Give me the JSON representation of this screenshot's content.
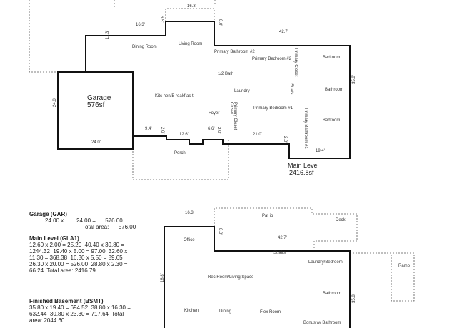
{
  "main_level": {
    "rooms": {
      "dining": "Dining Room",
      "living": "Living Room",
      "bath2": "Primary Bathroom #2",
      "bed2": "Primary Bedroom #2",
      "closet_top": "Primary Closet",
      "bedroom_a": "Bedroom",
      "half_bath": "1/2 Bath",
      "laundry": "Laundry",
      "closet_mid": "Closet",
      "bathroom": "Bathroom",
      "kitchen": "Kitc hen/B reakf as t",
      "foyer": "Foyer",
      "bed1": "Primary Bedroom #1",
      "bath1": "Primary Bathroom #1",
      "bedroom_b": "Bedroom",
      "porch": "Porch",
      "wic1": "St a/s",
      "wic2": "Primary Closet"
    },
    "garage_title": "Garage",
    "garage_area": "576sf",
    "level_title": "Main Level",
    "level_area": "2416.8sf",
    "dims": [
      "16.3'",
      "16.3'",
      "6.5'",
      "8.0'",
      "42.7'",
      "11.3'",
      "24.0'",
      "24.0'",
      "35.8'",
      "9.4'",
      "2.0'",
      "12.6'",
      "6.6'",
      "2.0'",
      "21.0'",
      "2.0'",
      "19.4'"
    ]
  },
  "basement": {
    "rooms": {
      "patio": "Pat io",
      "deck": "Deck",
      "office": "Office",
      "stairs": "St airs",
      "laundry": "Laundry/Bedroom",
      "ramp": "Ramp",
      "rec": "Rec Room/Living Space",
      "bathroom": "Bathroom",
      "kitchen": "Kitchen",
      "dining": "Dining",
      "flex": "Flex Room",
      "bonus": "Bonus w/ Bathroom"
    },
    "dims": [
      "16.3'",
      "8.0'",
      "42.7'",
      "18.8'",
      "35.8'"
    ]
  },
  "calculations": {
    "garage": {
      "title": "Garage (GAR)",
      "line1": "24.00 x        24.00 =      576.00",
      "total": "Total area:      576.00"
    },
    "main": {
      "title": "Main Level (GLA1)",
      "lines": [
        "12.60 x 2.00 = 25.20  40.40 x 30.80 =",
        "1244.32  19.40 x 5.00 = 97.00  32.60 x",
        "11.30 = 368.38  16.30 x 5.50 = 89.65",
        "26.30 x 20.00 = 526.00  28.80 x 2.30 =",
        "66.24  Total area: 2416.79"
      ]
    },
    "basement": {
      "title": "Finished Basement (BSMT)",
      "lines": [
        "35.80 x 19.40 = 694.52  38.80 x 16.30 =",
        "632.44  30.80 x 23.30 = 717.64  Total",
        "area: 2044.60"
      ]
    }
  }
}
